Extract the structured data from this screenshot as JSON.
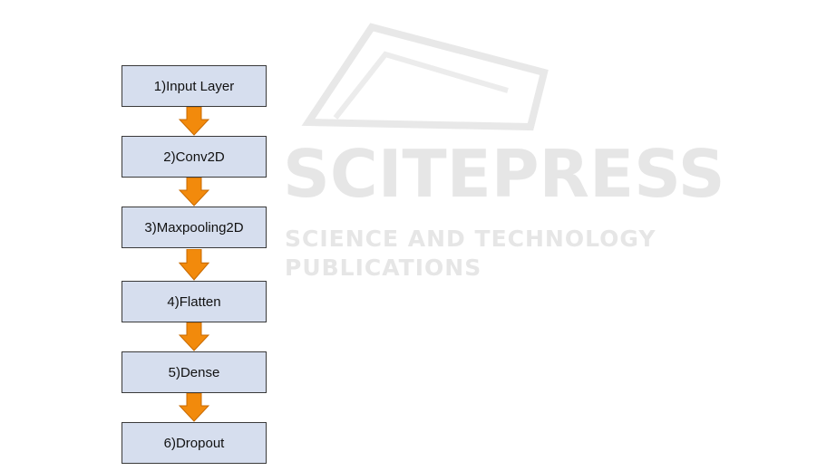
{
  "watermark": {
    "title": "SCITEPRESS",
    "subtitle": "SCIENCE AND TECHNOLOGY PUBLICATIONS"
  },
  "layers": [
    {
      "label": "1)Input Layer"
    },
    {
      "label": "2)Conv2D"
    },
    {
      "label": "3)Maxpooling2D"
    },
    {
      "label": "4)Flatten"
    },
    {
      "label": "5)Dense"
    },
    {
      "label": "6)Dropout"
    }
  ],
  "colors": {
    "box_fill": "#d6deee",
    "box_border": "#3a3a3a",
    "arrow": "#f28a0c"
  }
}
